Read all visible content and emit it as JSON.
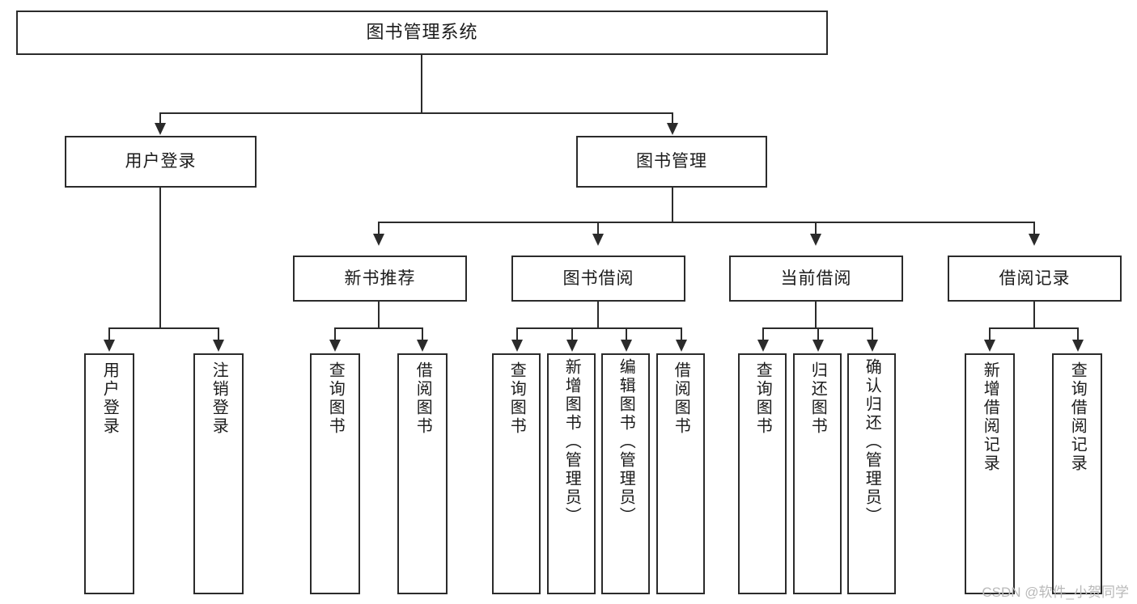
{
  "diagram": {
    "type": "tree-hierarchy-chart",
    "title": "图书管理系统",
    "background_color": "#ffffff",
    "line_color": "#2b2b2b",
    "text_color": "#1b1b1b"
  },
  "watermark": {
    "text": "CSDN @软件_小贺同学",
    "color": "#b9b9b9"
  },
  "nodes": {
    "root": {
      "label": "图书管理系统"
    },
    "level2": [
      {
        "id": "user-login",
        "label": "用户登录"
      },
      {
        "id": "book-management",
        "label": "图书管理"
      }
    ],
    "level3": [
      {
        "id": "new-book-recommend",
        "label": "新书推荐"
      },
      {
        "id": "book-borrow",
        "label": "图书借阅"
      },
      {
        "id": "current-borrow",
        "label": "当前借阅"
      },
      {
        "id": "borrow-record",
        "label": "借阅记录"
      }
    ],
    "leaves": {
      "user_login": [
        {
          "id": "leaf-user-login",
          "label": "用户登录"
        },
        {
          "id": "leaf-logout-login",
          "label": "注销登录"
        }
      ],
      "new_book_recommend": [
        {
          "id": "leaf-query-book-1",
          "label": "查询图书"
        },
        {
          "id": "leaf-borrow-book-1",
          "label": "借阅图书"
        }
      ],
      "book_borrow": [
        {
          "id": "leaf-query-book-2",
          "label": "查询图书"
        },
        {
          "id": "leaf-add-book",
          "label": "新增图书（管理员）"
        },
        {
          "id": "leaf-edit-book",
          "label": "编辑图书（管理员）"
        },
        {
          "id": "leaf-borrow-book-2",
          "label": "借阅图书"
        }
      ],
      "current_borrow": [
        {
          "id": "leaf-query-book-3",
          "label": "查询图书"
        },
        {
          "id": "leaf-return-book",
          "label": "归还图书"
        },
        {
          "id": "leaf-confirm-return",
          "label": "确认归还（管理员）"
        }
      ],
      "borrow_record": [
        {
          "id": "leaf-add-record",
          "label": "新增借阅记录"
        },
        {
          "id": "leaf-query-record",
          "label": "查询借阅记录"
        }
      ]
    }
  }
}
